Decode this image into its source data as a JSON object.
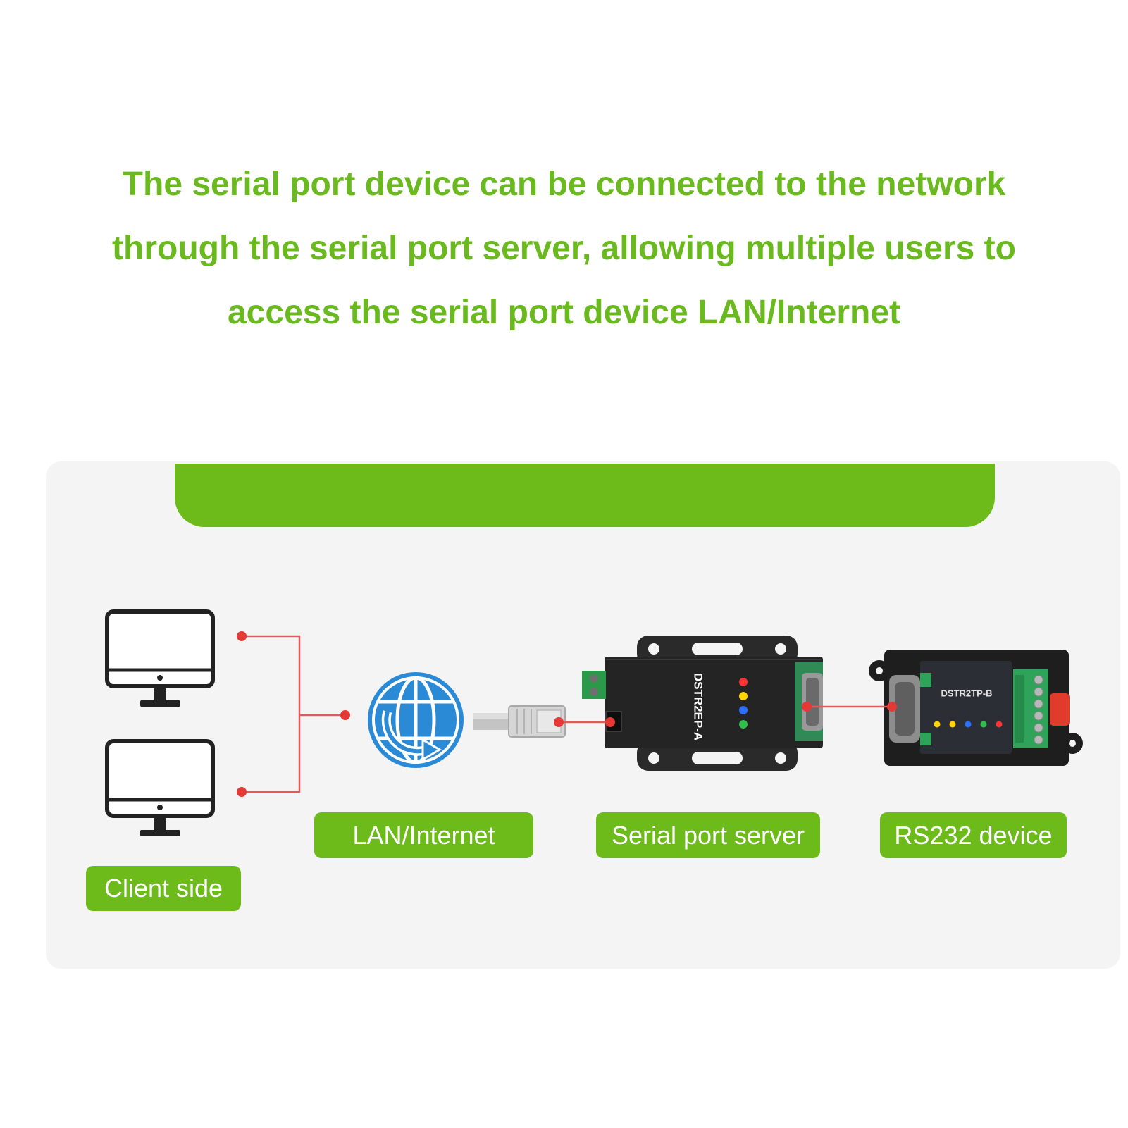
{
  "heading": {
    "lines": [
      "The serial port device can be connected to the network",
      "through the serial port server, allowing multiple users to",
      "access the serial port device LAN/Internet"
    ]
  },
  "labels": {
    "client": "Client side",
    "network": "LAN/Internet",
    "server": "Serial port server",
    "device": "RS232 device"
  },
  "devices": {
    "server_model": "DSTR2EP-A",
    "rs232_model": "DSTR2TP-B"
  },
  "icons": {
    "client": "monitor-icon",
    "network": "globe-icon",
    "cable": "ethernet-cable-icon",
    "server": "serial-port-server-device",
    "device": "rs232-device"
  },
  "colors": {
    "heading_green": "#6aba1f",
    "accent_green": "#6cbb1a",
    "connector_red": "#e53935",
    "globe_blue": "#2b8ad6",
    "panel_gray": "#f4f4f4"
  }
}
